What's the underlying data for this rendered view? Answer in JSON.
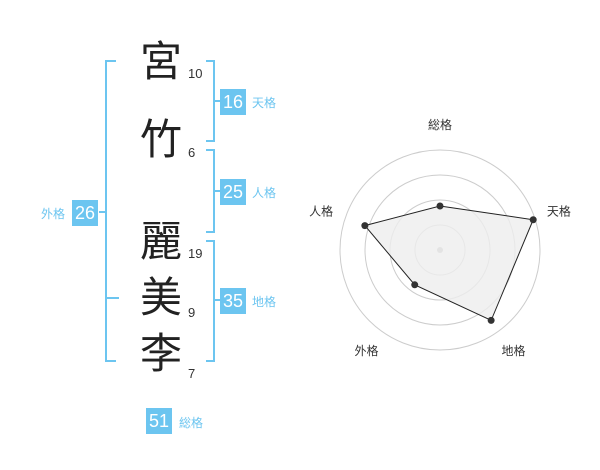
{
  "name": {
    "characters": [
      {
        "char": "宮",
        "strokes": "10"
      },
      {
        "char": "竹",
        "strokes": "6"
      },
      {
        "char": "麗",
        "strokes": "19"
      },
      {
        "char": "美",
        "strokes": "9"
      },
      {
        "char": "李",
        "strokes": "7"
      }
    ]
  },
  "fortunes": {
    "tenkaku": {
      "value": "16",
      "label": "天格"
    },
    "jinkaku": {
      "value": "25",
      "label": "人格"
    },
    "chikaku": {
      "value": "35",
      "label": "地格"
    },
    "gaikaku": {
      "value": "26",
      "label": "外格"
    },
    "soukaku": {
      "value": "51",
      "label": "総格"
    }
  },
  "colors": {
    "accent": "#6cc5f0",
    "text": "#222222",
    "polygon_fill": "#eeeeee",
    "ring": "#cccccc"
  },
  "chart_data": {
    "type": "radar",
    "axes": [
      "総格",
      "天格",
      "地格",
      "外格",
      "人格"
    ],
    "values": [
      0.44,
      0.98,
      0.87,
      0.43,
      0.79
    ],
    "rings": 4
  }
}
